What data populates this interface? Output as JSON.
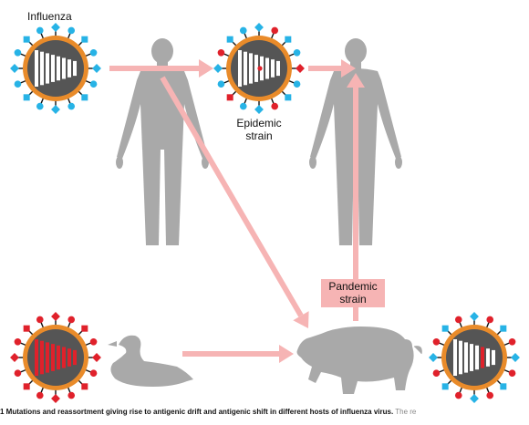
{
  "labels": {
    "influenza": "Influenza",
    "epidemic_line1": "Epidemic",
    "epidemic_line2": "strain",
    "pandemic_line1": "Pandemic",
    "pandemic_line2": "strain"
  },
  "caption": {
    "bold": "1 Mutations and reassortment giving rise to antigenic drift and antigenic shift in different hosts of influenza virus.",
    "rest": " The re"
  },
  "colors": {
    "arrow": "#f6b4b4",
    "silhouette": "#a9a9a9",
    "virus_shell": "#e98b2a",
    "virus_core": "#555555",
    "spike_blue": "#27b3e6",
    "spike_red": "#e0212b",
    "segment_white": "#ffffff",
    "segment_red": "#e0212b",
    "pandemic_box": "#f6b4b4"
  },
  "icons": [
    "virus-icon",
    "human-silhouette",
    "duck-silhouette",
    "pig-silhouette",
    "arrow"
  ]
}
